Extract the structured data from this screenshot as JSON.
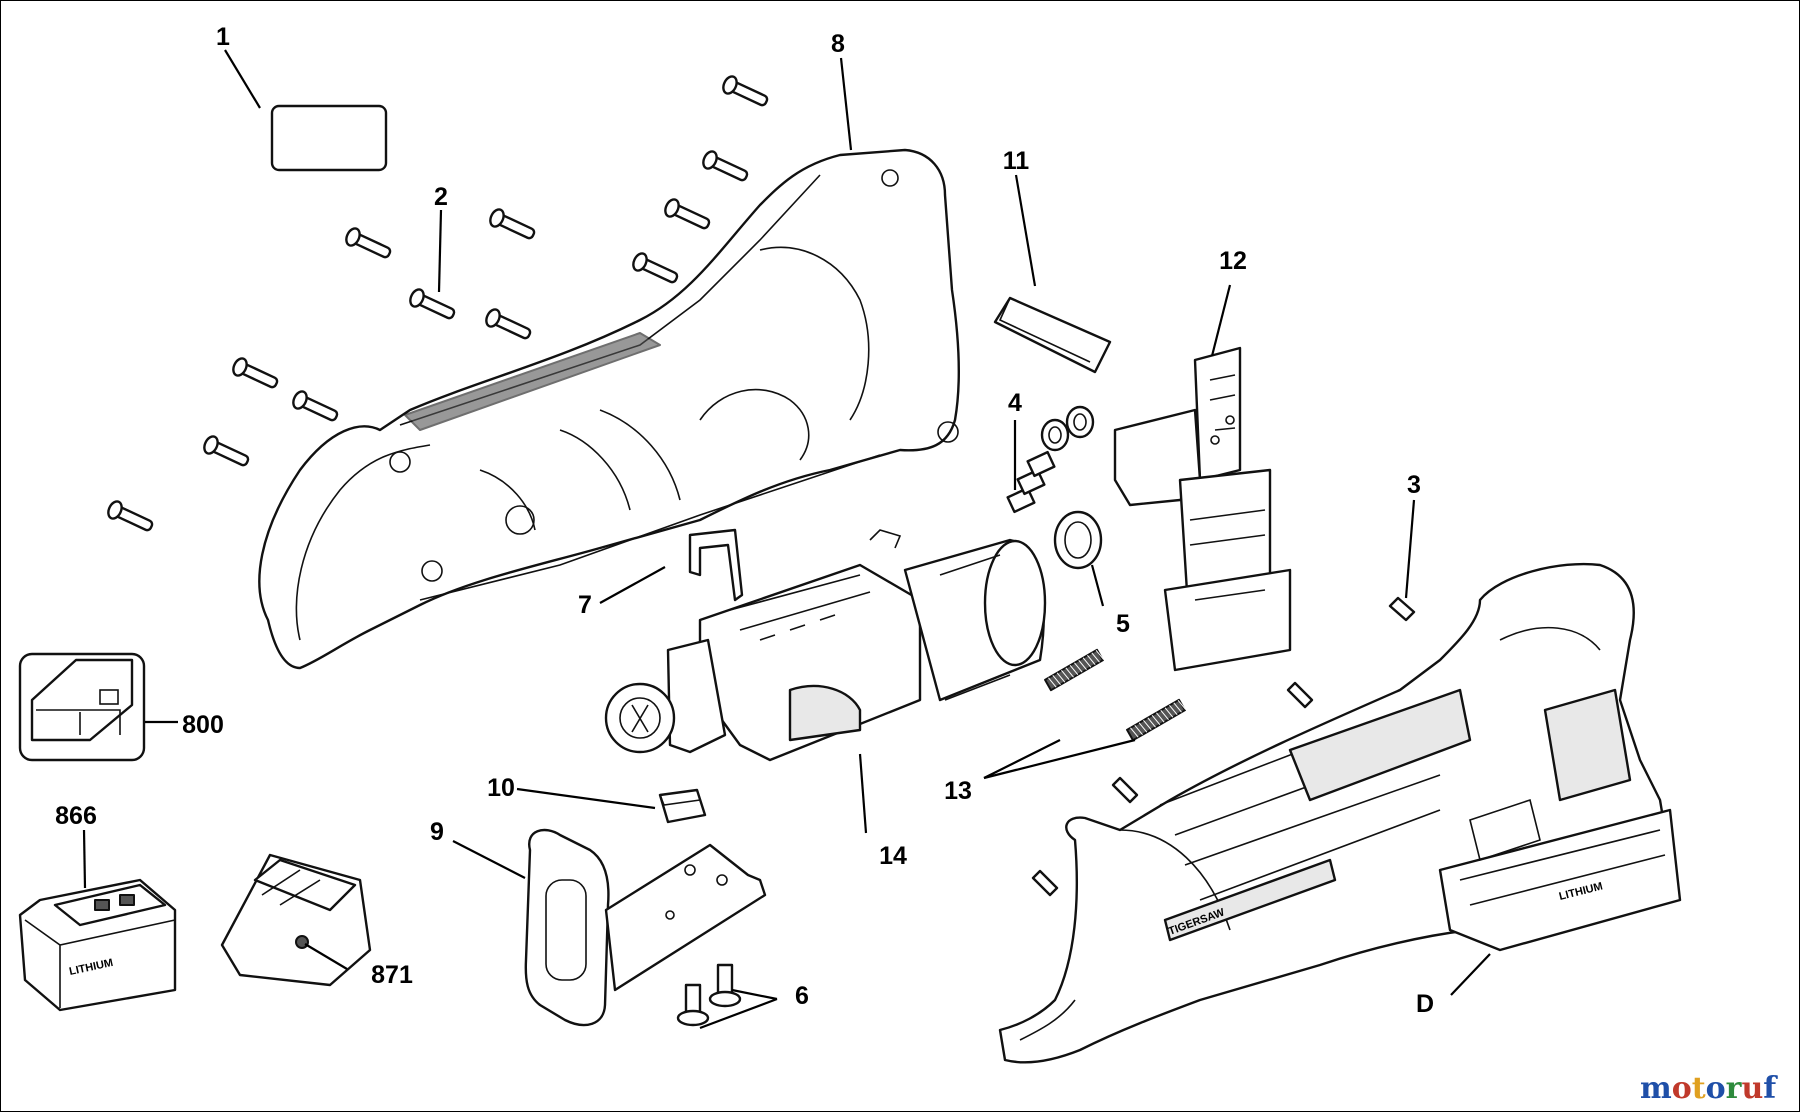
{
  "callouts": {
    "c1": "1",
    "c2": "2",
    "c3": "3",
    "c4": "4",
    "c5": "5",
    "c6": "6",
    "c7": "7",
    "c8": "8",
    "c9": "9",
    "c10": "10",
    "c11": "11",
    "c12": "12",
    "c13": "13",
    "c14": "14",
    "c800": "800",
    "c866": "866",
    "c871": "871",
    "cD": "D"
  },
  "part_markings": {
    "brand": "TIGERSAW",
    "battery_type": "LITHIUM"
  },
  "watermark": {
    "letters": [
      "m",
      "o",
      "t",
      "o",
      "r",
      "u",
      "f"
    ],
    "colors": [
      "#1f4fa8",
      "#c0392b",
      "#e0a020",
      "#1f4fa8",
      "#2e8b3d",
      "#c0392b",
      "#1f4fa8"
    ]
  },
  "colors": {
    "line": "#111111",
    "background": "#ffffff"
  }
}
